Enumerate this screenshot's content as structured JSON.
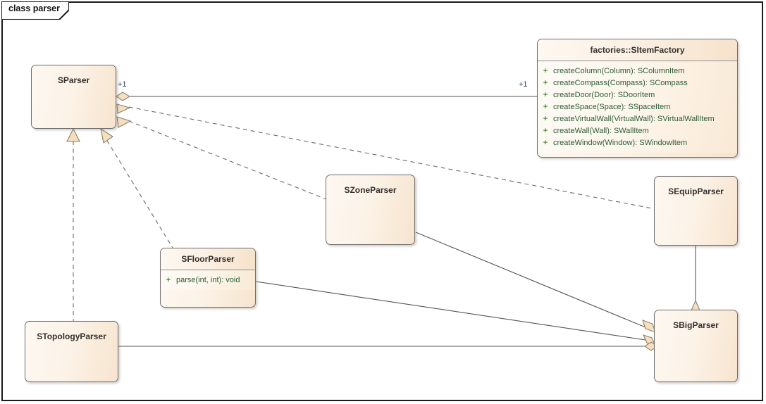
{
  "frame": {
    "label": "class parser"
  },
  "colors": {
    "box_fill_light": "#fdf8f1",
    "box_fill_dark": "#f7e4cf",
    "box_border": "#6e6e6e",
    "marker_fill": "#f6dfbd",
    "marker_stroke": "#8a8070",
    "edge": "#555555",
    "member_visibility": "#4f8c3a",
    "member_signature": "#2b5d35",
    "multiplicity": "#2c3f63",
    "frame_border": "#1a1a1a"
  },
  "classes": [
    {
      "id": "sparser",
      "name": "SParser",
      "members": []
    },
    {
      "id": "sitemfactory",
      "name": "factories::SItemFactory",
      "members": [
        {
          "visibility": "+",
          "signature": "createColumn(Column): SColumnItem"
        },
        {
          "visibility": "+",
          "signature": "createCompass(Compass): SCompass"
        },
        {
          "visibility": "+",
          "signature": "createDoor(Door): SDoorItem"
        },
        {
          "visibility": "+",
          "signature": "createSpace(Space): SSpaceItem"
        },
        {
          "visibility": "+",
          "signature": "createVirtualWall(VirtualWall): SVirtualWallItem"
        },
        {
          "visibility": "+",
          "signature": "createWall(Wall): SWallItem"
        },
        {
          "visibility": "+",
          "signature": "createWindow(Window): SWindowItem"
        }
      ]
    },
    {
      "id": "szoneparser",
      "name": "SZoneParser",
      "members": []
    },
    {
      "id": "sequipparser",
      "name": "SEquipParser",
      "members": []
    },
    {
      "id": "sfloorparser",
      "name": "SFloorParser",
      "members": [
        {
          "visibility": "+",
          "signature": "parse(int, int): void"
        }
      ]
    },
    {
      "id": "stopologyparser",
      "name": "STopologyParser",
      "members": []
    },
    {
      "id": "sbigparser",
      "name": "SBigParser",
      "members": []
    }
  ],
  "multiplicities": [
    {
      "id": "sparser-factory-source",
      "text": "+1"
    },
    {
      "id": "sparser-factory-target",
      "text": "+1"
    }
  ]
}
